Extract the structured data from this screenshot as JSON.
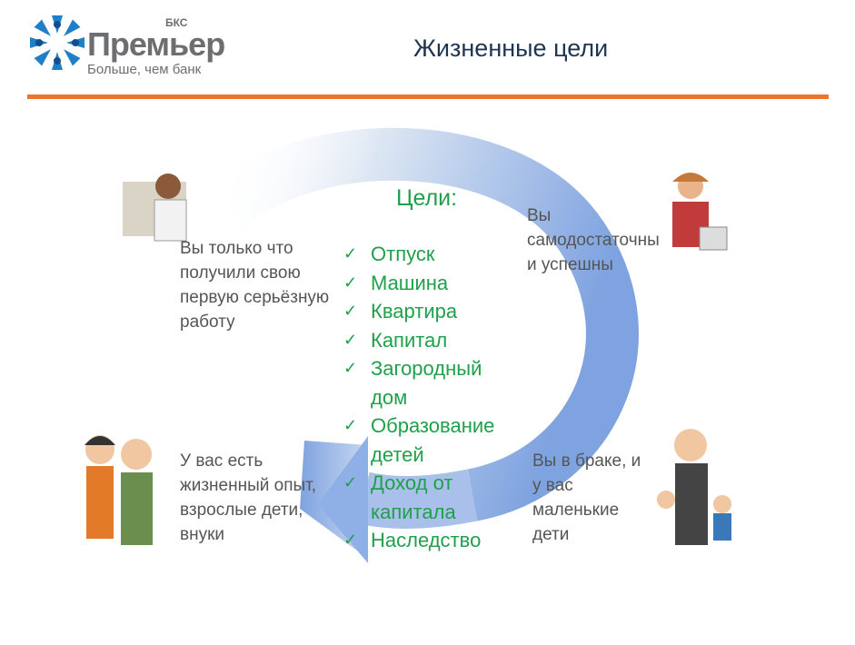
{
  "header": {
    "title": "Жизненные цели",
    "brand": "Премьер",
    "brand_super": "БКС",
    "tagline": "Больше, чем банк"
  },
  "colors": {
    "accent": "#ec7630",
    "goals": "#1fa04a",
    "arrow": "#7fa3e0"
  },
  "stages": {
    "first_job": "Вы только что получили свою первую серьёзную работу",
    "successful": "Вы самодостаточны и успешны",
    "married": "Вы в браке, и у вас маленькие дети",
    "experienced": "У вас есть жизненный опыт, взрослые дети, внуки"
  },
  "goals": {
    "title": "Цели:",
    "items": [
      "Отпуск",
      "Машина",
      "Квартира",
      "Капитал",
      "Загородный дом",
      "Образование детей",
      "Доход от капитала",
      "Наследство"
    ]
  }
}
